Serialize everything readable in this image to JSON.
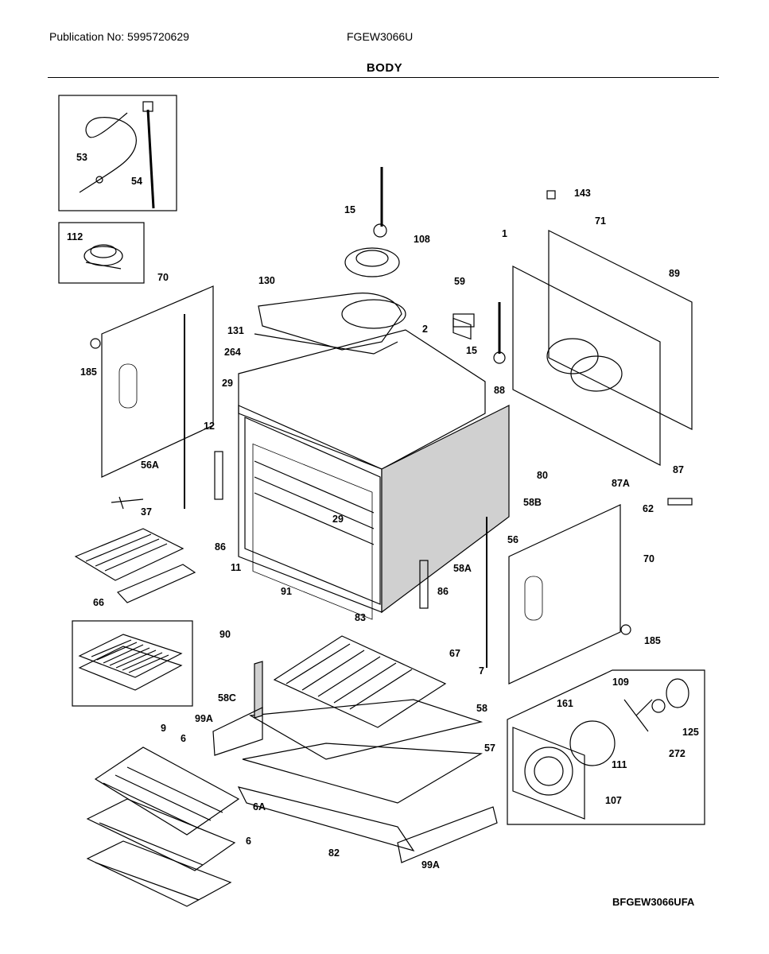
{
  "header": {
    "publication": "Publication No: 5995720629",
    "model": "FGEW3066U",
    "title": "BODY"
  },
  "footer": {
    "diagram_code": "BFGEW3066UFA"
  },
  "parts": [
    "53",
    "54",
    "112",
    "15",
    "108",
    "143",
    "71",
    "1",
    "89",
    "70",
    "130",
    "59",
    "131",
    "264",
    "2",
    "15",
    "185",
    "29",
    "88",
    "12",
    "56A",
    "37",
    "29",
    "86",
    "66",
    "11",
    "58B",
    "62",
    "80",
    "87A",
    "87",
    "58A",
    "56",
    "70",
    "86",
    "91",
    "83",
    "90",
    "185",
    "67",
    "7",
    "58C",
    "109",
    "9",
    "99A",
    "58",
    "161",
    "6",
    "57",
    "125",
    "111",
    "272",
    "6A",
    "107",
    "82",
    "6",
    "99A"
  ]
}
